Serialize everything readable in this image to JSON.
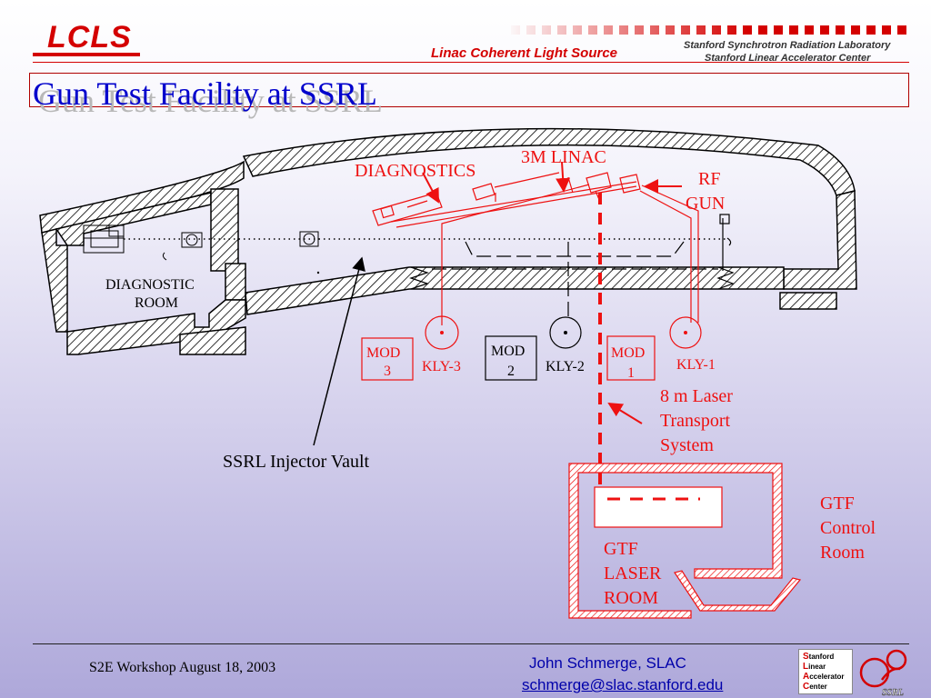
{
  "header": {
    "logo": "LCLS",
    "subtitle": "Linac Coherent Light Source",
    "lab_line1": "Stanford Synchrotron Radiation Laboratory",
    "lab_line2": "Stanford Linear Accelerator Center"
  },
  "slide": {
    "title": "Gun Test Facility at SSRL"
  },
  "diagram": {
    "labels": {
      "diagnostics": "DIAGNOSTICS",
      "linac": "3M LINAC",
      "rf_gun_1": "RF",
      "rf_gun_2": "GUN",
      "diag_room_1": "DIAGNOSTIC",
      "diag_room_2": "ROOM",
      "mod3_1": "MOD",
      "mod3_2": "3",
      "kly3": "KLY-3",
      "mod2_1": "MOD",
      "mod2_2": "2",
      "kly2": "KLY-2",
      "mod1_1": "MOD",
      "mod1_2": "1",
      "kly1": "KLY-1",
      "laser_1": "8 m Laser",
      "laser_2": "Transport",
      "laser_3": "System",
      "vault": "SSRL Injector Vault",
      "control_1": "GTF",
      "control_2": "Control",
      "control_3": "Room",
      "laser_room_1": "GTF",
      "laser_room_2": "LASER",
      "laser_room_3": "ROOM"
    },
    "colors": {
      "red": "#ee1111",
      "black": "#000000",
      "title_blue": "#0000cc"
    }
  },
  "footer": {
    "event": "S2E Workshop August 18, 2003",
    "author": "John Schmerge, SLAC",
    "email": "schmerge@slac.stanford.edu",
    "logo_slac": [
      "S",
      "tanford",
      "L",
      "inear",
      "A",
      "ccelerator",
      "C",
      "enter"
    ],
    "logo_ssrl": "SSRL"
  }
}
